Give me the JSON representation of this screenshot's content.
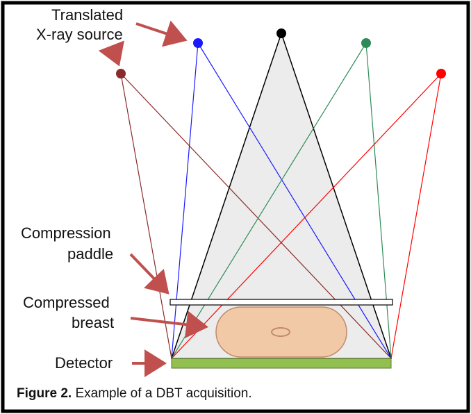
{
  "labels": {
    "source_line1": "Translated",
    "source_line2": "X-ray source",
    "paddle_line1": "Compression",
    "paddle_line2": "paddle",
    "breast_line1": "Compressed",
    "breast_line2": "breast",
    "detector": "Detector"
  },
  "caption": {
    "prefix": "Figure 2.",
    "text": " Example of a DBT acquisition."
  },
  "colors": {
    "border": "#000000",
    "source_brown": "#8b2a2a",
    "source_blue": "#1a1aff",
    "source_black": "#000000",
    "source_green": "#2e8b57",
    "source_red": "#ff0000",
    "arrow": "#c0504d",
    "breast_fill": "#f2c9a6",
    "breast_stroke": "#c08a6a",
    "detector_fill": "#92c050",
    "cone_fill": "#ececec"
  }
}
